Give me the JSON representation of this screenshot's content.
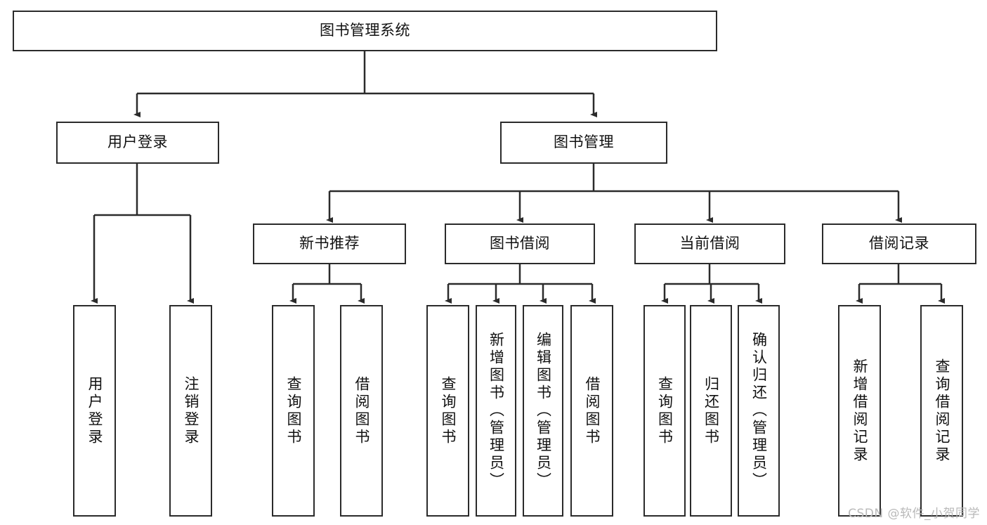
{
  "diagram": {
    "type": "tree-hierarchy-flowchart",
    "title": "图书管理系统",
    "colors": {
      "border": "#2b2b2b",
      "background": "#ffffff",
      "text": "#111111",
      "watermark": "#b9b9b9"
    },
    "levels": [
      {
        "level": 1,
        "nodes": [
          {
            "id": "root",
            "label": "图书管理系统",
            "orientation": "horizontal"
          }
        ]
      },
      {
        "level": 2,
        "nodes": [
          {
            "id": "login",
            "label": "用户登录",
            "orientation": "horizontal",
            "parent": "root"
          },
          {
            "id": "bookmgmt",
            "label": "图书管理",
            "orientation": "horizontal",
            "parent": "root"
          }
        ]
      },
      {
        "level": 3,
        "nodes": [
          {
            "id": "newbook",
            "label": "新书推荐",
            "orientation": "horizontal",
            "parent": "bookmgmt"
          },
          {
            "id": "borrow",
            "label": "图书借阅",
            "orientation": "horizontal",
            "parent": "bookmgmt"
          },
          {
            "id": "current",
            "label": "当前借阅",
            "orientation": "horizontal",
            "parent": "bookmgmt"
          },
          {
            "id": "records",
            "label": "借阅记录",
            "orientation": "horizontal",
            "parent": "bookmgmt"
          }
        ]
      },
      {
        "level": 4,
        "nodes": [
          {
            "id": "leaf1",
            "label": "用户登录",
            "orientation": "vertical",
            "parent": "login"
          },
          {
            "id": "leaf2",
            "label": "注销登录",
            "orientation": "vertical",
            "parent": "login"
          },
          {
            "id": "leaf3",
            "label": "查询图书",
            "orientation": "vertical",
            "parent": "newbook"
          },
          {
            "id": "leaf4",
            "label": "借阅图书",
            "orientation": "vertical",
            "parent": "newbook"
          },
          {
            "id": "leaf5",
            "label": "查询图书",
            "orientation": "vertical",
            "parent": "borrow"
          },
          {
            "id": "leaf6",
            "label": "新增图书（管理员）",
            "orientation": "vertical",
            "parent": "borrow"
          },
          {
            "id": "leaf7",
            "label": "编辑图书（管理员）",
            "orientation": "vertical",
            "parent": "borrow"
          },
          {
            "id": "leaf8",
            "label": "借阅图书",
            "orientation": "vertical",
            "parent": "borrow"
          },
          {
            "id": "leaf9",
            "label": "查询图书",
            "orientation": "vertical",
            "parent": "current"
          },
          {
            "id": "leaf10",
            "label": "归还图书",
            "orientation": "vertical",
            "parent": "current"
          },
          {
            "id": "leaf11",
            "label": "确认归还（管理员）",
            "orientation": "vertical",
            "parent": "current"
          },
          {
            "id": "leaf12",
            "label": "新增借阅记录",
            "orientation": "vertical",
            "parent": "records"
          },
          {
            "id": "leaf13",
            "label": "查询借阅记录",
            "orientation": "vertical",
            "parent": "records"
          }
        ]
      }
    ],
    "watermark": "CSDN @软件_小贺同学"
  }
}
